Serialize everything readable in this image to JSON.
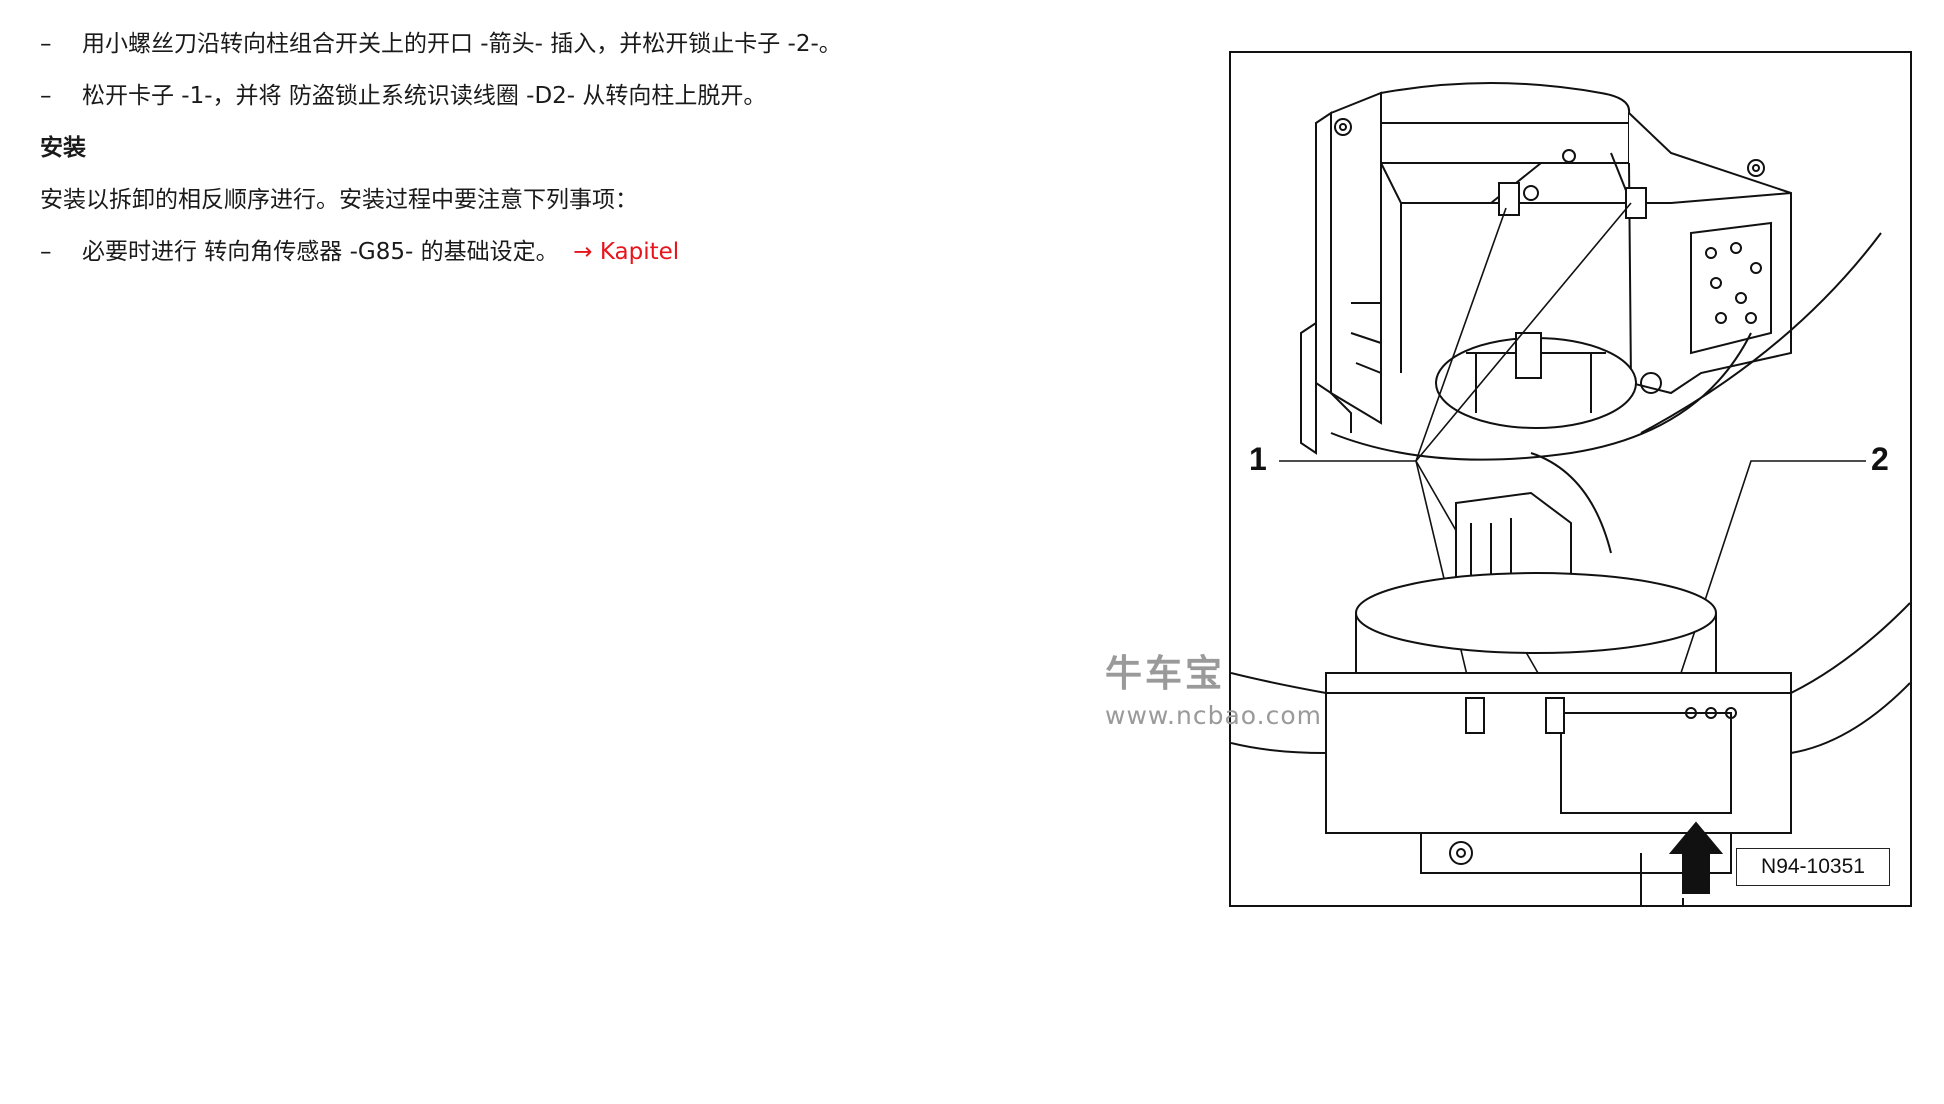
{
  "steps": {
    "remove_1": {
      "dash": "–",
      "text": "用小螺丝刀沿转向柱组合开关上的开口 -箭头- 插入，并松开锁止卡子 -2-。"
    },
    "remove_2": {
      "dash": "–",
      "text": "松开卡子 -1-，并将 防盗锁止系统识读线圈 -D2- 从转向柱上脱开。"
    }
  },
  "install": {
    "heading": "安装",
    "intro": "安装以拆卸的相反顺序进行。安装过程中要注意下列事项：",
    "step": {
      "dash": "–",
      "text": "必要时进行 转向角传感器 -G85- 的基础设定。",
      "link": "→ Kapitel"
    }
  },
  "figure": {
    "callout_1": "1",
    "callout_2": "2",
    "figure_id": "N94-10351"
  },
  "watermark": {
    "name": "牛车宝",
    "url": "www.ncbao.com"
  },
  "colors": {
    "link": "#e8141c",
    "watermark": "#9a9a9a"
  }
}
